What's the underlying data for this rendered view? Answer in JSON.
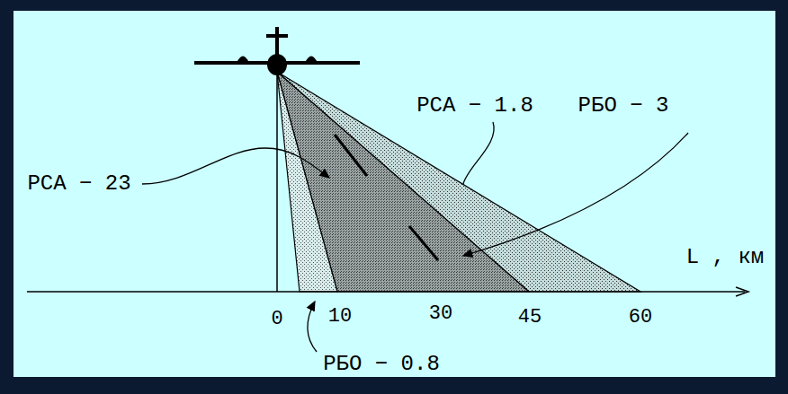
{
  "diagram": {
    "labels": [
      "РСА − 1.8",
      "РБО − 3",
      "РСА − 23",
      "РБО − 0.8",
      "L , км",
      "0",
      "10",
      "30",
      "45",
      "60"
    ]
  }
}
